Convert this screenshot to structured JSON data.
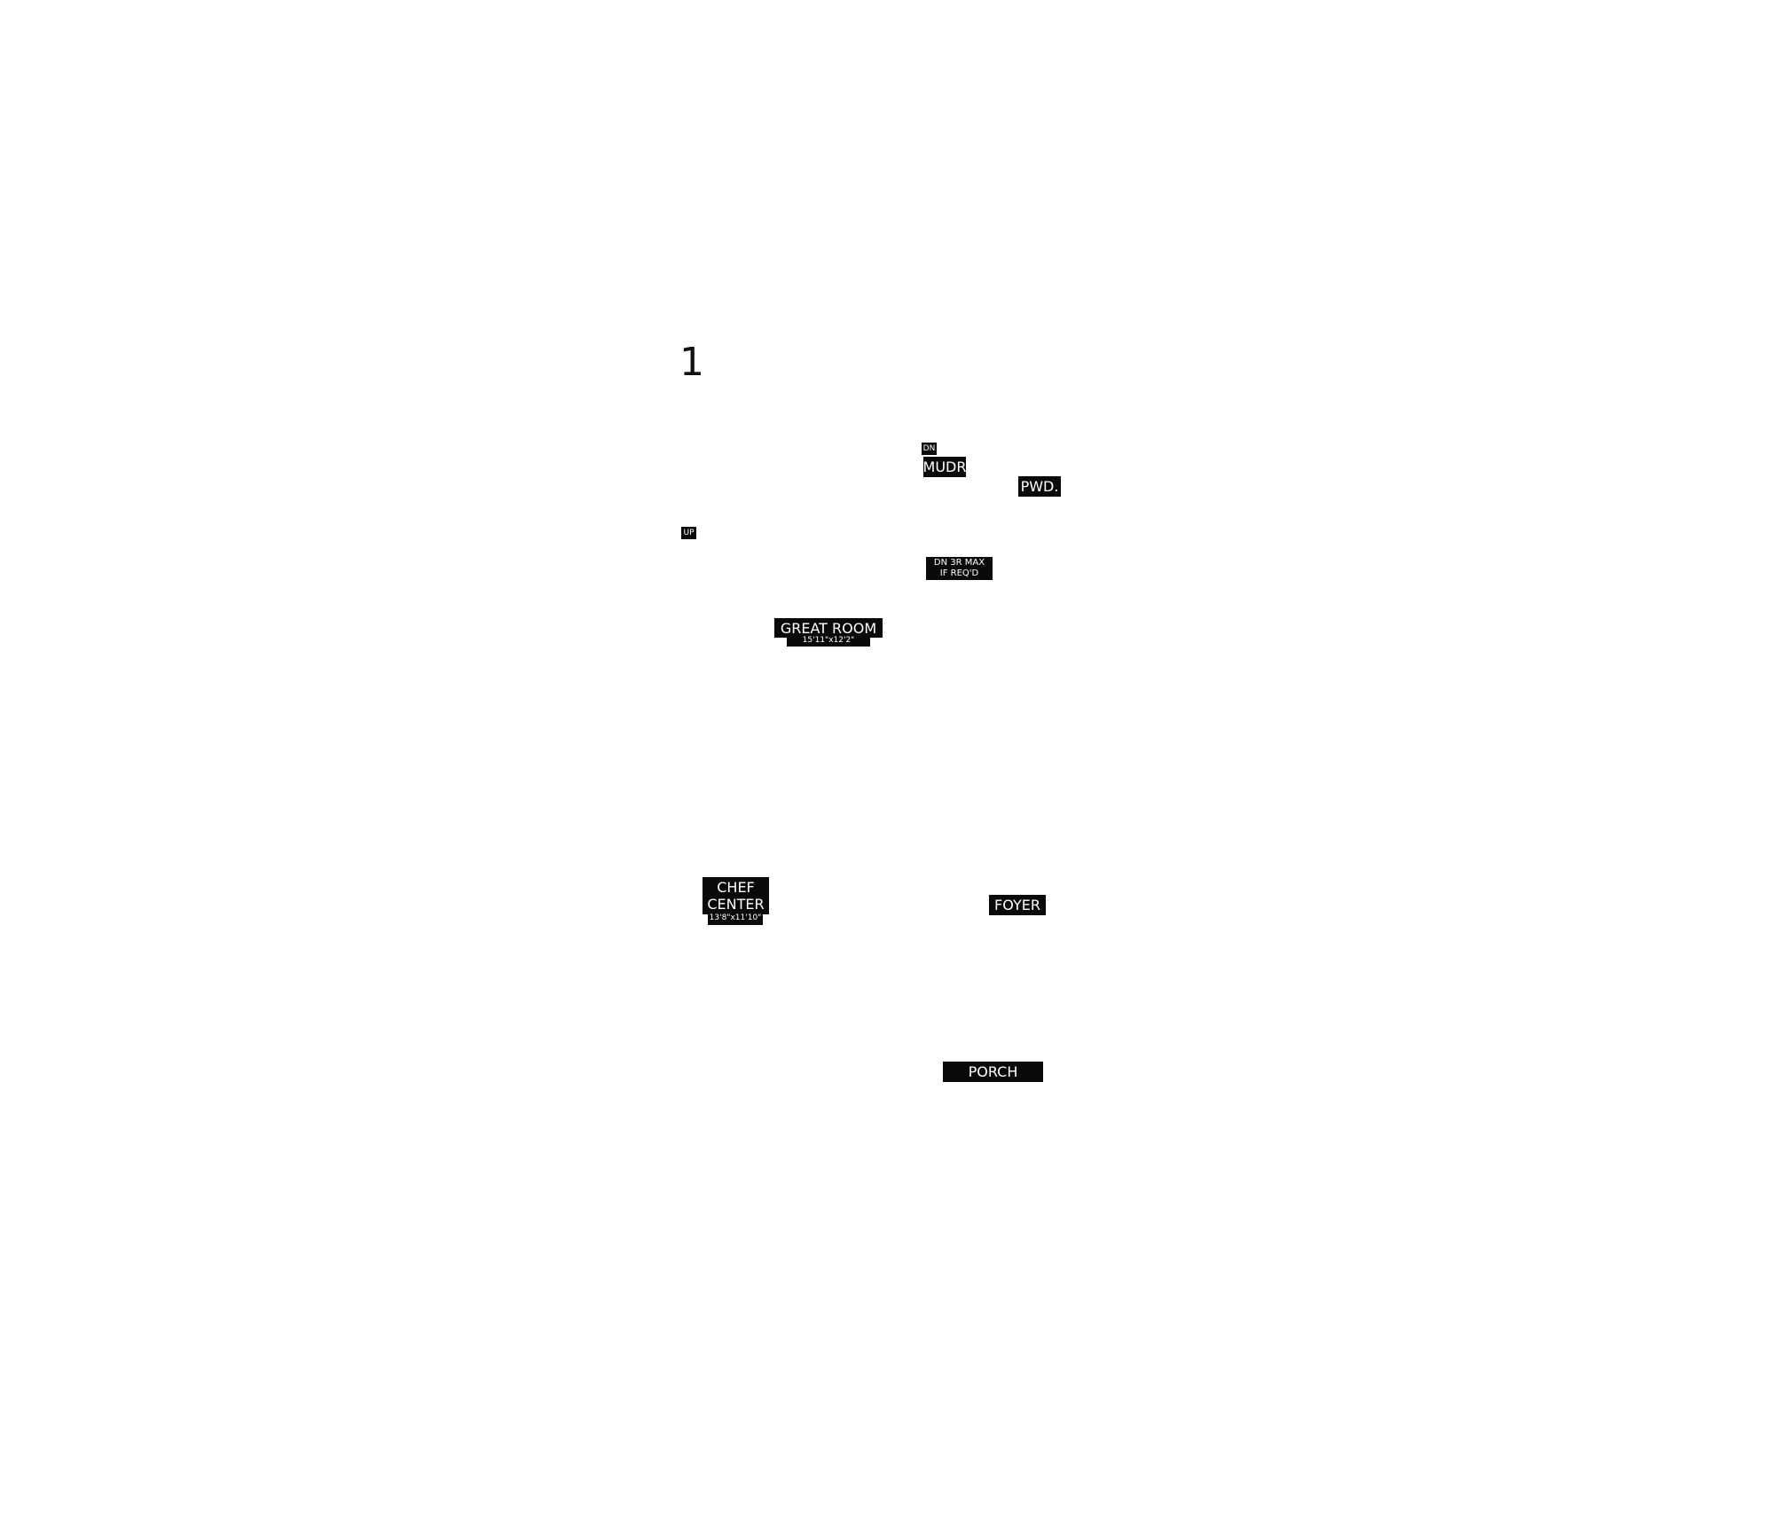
{
  "plan": {
    "number": "1",
    "labels": {
      "dn": "DN",
      "mudroom": "MUDR",
      "powder": "PWD.",
      "up": "UP",
      "stair_note_line1": "DN 3R MAX",
      "stair_note_line2": "IF REQ'D",
      "great_room": "GREAT ROOM",
      "great_room_dims": "15'11\"x12'2\"",
      "chef_center_line1": "CHEF",
      "chef_center_line2": "CENTER",
      "chef_center_dims": "13'8\"x11'10\"",
      "foyer": "FOYER",
      "porch": "PORCH"
    }
  }
}
